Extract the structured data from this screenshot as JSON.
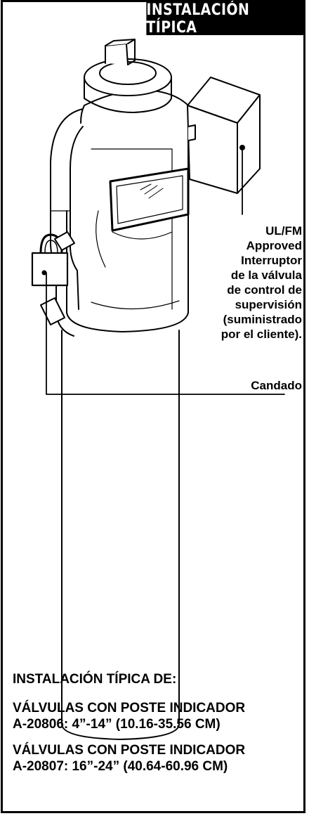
{
  "title": "INSTALACIÓN TÍPICA",
  "callouts": {
    "switch": [
      "UL/FM",
      "Approved",
      "Interruptor",
      "de la válvula",
      "de control de",
      "supervisión",
      "(suministrado",
      "por el cliente)."
    ],
    "padlock": "Candado"
  },
  "caption": {
    "heading": "INSTALACIÓN TÍPICA DE:",
    "valve1_line1": "VÁLVULAS CON POSTE INDICADOR",
    "valve1_line2": "A-20806: 4”-14” (10.16-35.56 CM)",
    "valve2_line1": "VÁLVULAS CON POSTE INDICADOR",
    "valve2_line2": "A-20807: 16”-24” (40.64-60.96 CM)"
  }
}
